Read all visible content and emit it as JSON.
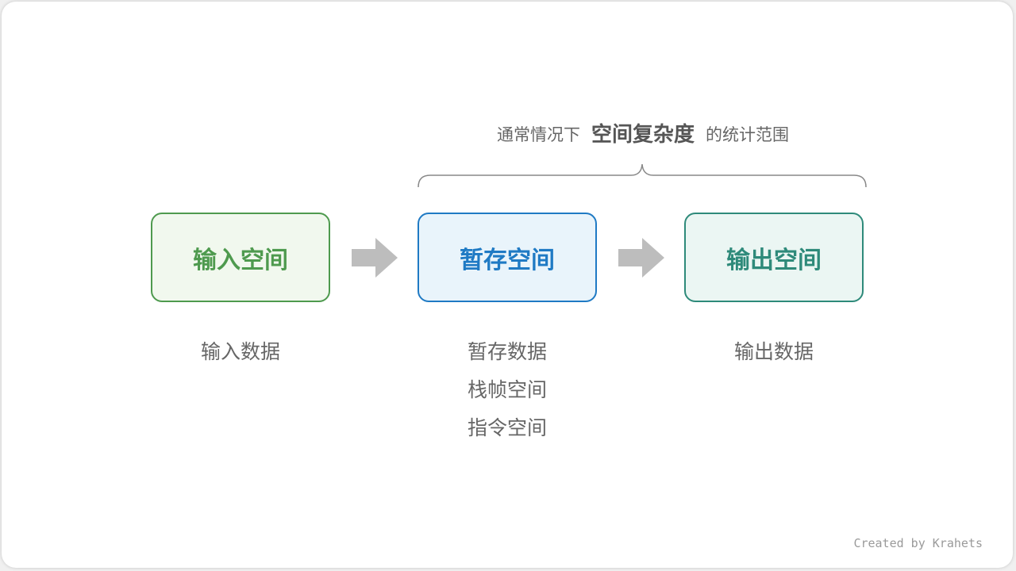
{
  "caption": {
    "prefix": "通常情况下",
    "emphasis": "空间复杂度",
    "suffix": "的统计范围"
  },
  "boxes": [
    {
      "title": "输入空间",
      "border": "#4e9a4e",
      "fill": "#f1f8ee",
      "text_color": "#4e9a4e",
      "items": [
        "输入数据"
      ]
    },
    {
      "title": "暂存空间",
      "border": "#1f7ac4",
      "fill": "#e9f4fb",
      "text_color": "#1f7ac4",
      "items": [
        "暂存数据",
        "栈帧空间",
        "指令空间"
      ]
    },
    {
      "title": "输出空间",
      "border": "#2e8a7a",
      "fill": "#ebf6f3",
      "text_color": "#2e8a7a",
      "items": [
        "输出数据"
      ]
    }
  ],
  "colors": {
    "arrow": "#bdbdbd",
    "brace": "#888888",
    "caption_text": "#666666"
  },
  "credit": "Created by Krahets"
}
